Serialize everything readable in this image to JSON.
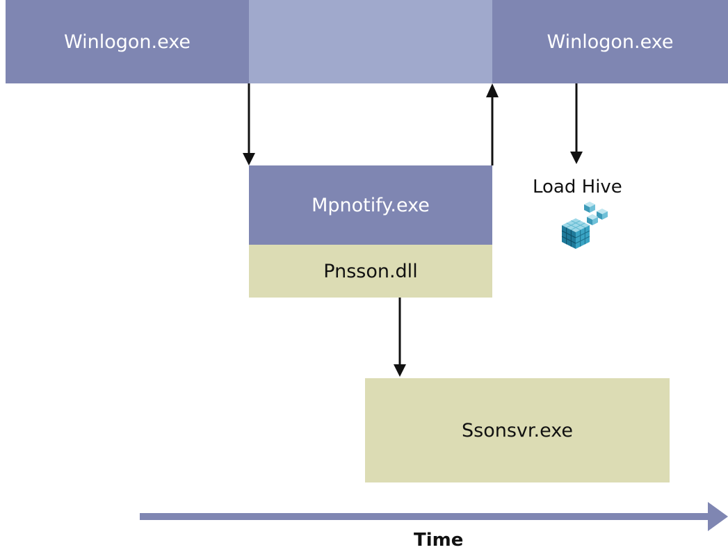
{
  "top_bar": {
    "left_label": "Winlogon.exe",
    "right_label": "Winlogon.exe"
  },
  "mpnotify": {
    "label": "Mpnotify.exe"
  },
  "pnsson": {
    "label": "Pnsson.dll"
  },
  "ssonsvr": {
    "label": "Ssonsvr.exe"
  },
  "load_hive": {
    "label": "Load Hive",
    "icon": "registry-hive-icon"
  },
  "time_axis": {
    "label": "Time"
  },
  "colors": {
    "process_purple": "#7f86b2",
    "pause_purple": "#a0a9cc",
    "dll_khaki": "#dcdcb4",
    "time_arrow": "#7f86b2"
  }
}
